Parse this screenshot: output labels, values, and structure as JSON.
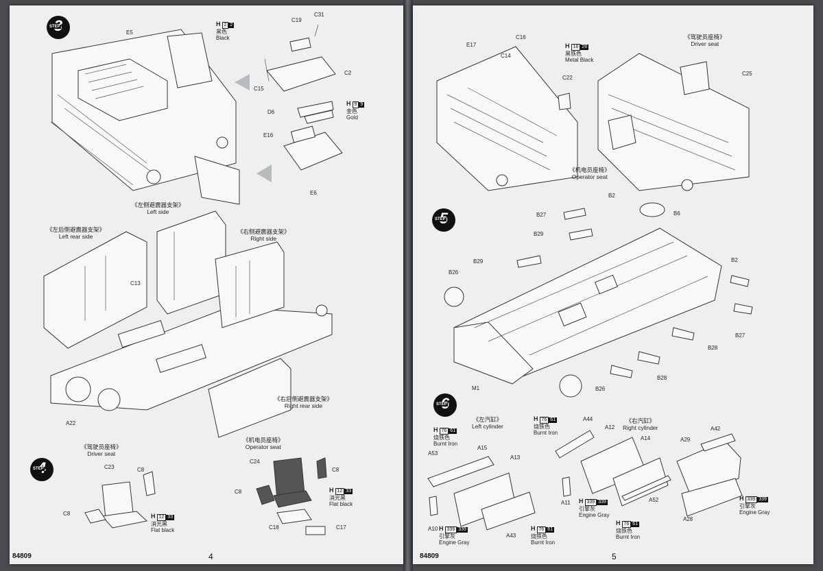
{
  "left_page": {
    "code": "84809",
    "number": "4",
    "step3": {
      "step_number": "3",
      "parts": {
        "e5": "E5",
        "c19": "C19",
        "c31": "C31",
        "c2": "C2",
        "c15": "C15",
        "d6": "D6",
        "e16": "E16",
        "e6": "E6"
      },
      "paints": [
        {
          "h": "H",
          "c1": "2",
          "c2": "2",
          "cn": "黑色",
          "en": "Black"
        },
        {
          "h": "H",
          "c1": "9",
          "c2": "9",
          "cn": "金色",
          "en": "Gold"
        }
      ]
    },
    "left_side": {
      "cn": "《左侧避震器支架》",
      "en": "Left side"
    },
    "left_rear_side": {
      "cn": "《左后侧避震器支架》",
      "en": "Left rear side"
    },
    "right_side": {
      "cn": "《右侧避震器支架》",
      "en": "Right side"
    },
    "right_rear_side": {
      "cn": "《右后侧避震器支架》",
      "en": "Right rear side"
    },
    "c13": "C13",
    "a22": "A22",
    "step4": {
      "step_number": "4",
      "driver_seat": {
        "cn": "《驾驶员座椅》",
        "en": "Driver seat"
      },
      "operator_seat": {
        "cn": "《机电员座椅》",
        "en": "Operator seat"
      },
      "parts": {
        "c23": "C23",
        "c8_a": "C8",
        "c8_b": "C8",
        "c24": "C24",
        "c8_c": "C8",
        "c8_d": "C8",
        "c18": "C18",
        "c17": "C17"
      },
      "paints": [
        {
          "h": "H",
          "c1": "12",
          "c2": "33",
          "cn": "消光黑",
          "en": "Flat black"
        },
        {
          "h": "H",
          "c1": "12",
          "c2": "33",
          "cn": "消光黑",
          "en": "Flat black"
        }
      ]
    }
  },
  "right_page": {
    "code": "84809",
    "number": "5",
    "top": {
      "parts": {
        "e17": "E17",
        "c14": "C14",
        "c16": "C16",
        "c22": "C22",
        "c25": "C25"
      },
      "paint": {
        "h": "H",
        "c1": "18",
        "c2": "28",
        "cn": "黑铁色",
        "en": "Metal Black"
      },
      "driver_seat": {
        "cn": "《驾驶员座椅》",
        "en": "Driver seat"
      },
      "operator_seat": {
        "cn": "《机电员座椅》",
        "en": "Operator seat"
      }
    },
    "step5": {
      "step_number": "5",
      "parts": {
        "b2_a": "B2",
        "b6": "B6",
        "b27_a": "B27",
        "b29_a": "B29",
        "b29_b": "B29",
        "b2_b": "B2",
        "b26_a": "B26",
        "b27_b": "B27",
        "b28_a": "B28",
        "b28_b": "B28",
        "m1": "M1",
        "b26_b": "B26"
      }
    },
    "step6": {
      "step_number": "6",
      "left_cylinder": {
        "cn": "《左汽缸》",
        "en": "Left cylinder"
      },
      "right_cylinder": {
        "cn": "《右汽缸》",
        "en": "Right cylinder"
      },
      "parts": {
        "a53": "A53",
        "a15": "A15",
        "a13": "A13",
        "a10": "A10",
        "a43": "A43",
        "a44": "A44",
        "a12": "A12",
        "a14": "A14",
        "a11": "A11",
        "a52": "A52",
        "a29": "A29",
        "a42": "A42",
        "a28": "A28"
      },
      "paints": [
        {
          "h": "H",
          "c1": "76",
          "c2": "61",
          "cn": "烧铁色",
          "en": "Burnt Iron"
        },
        {
          "h": "H",
          "c1": "339",
          "c2": "339",
          "cn": "引擎灰",
          "en": "Engine Gray"
        },
        {
          "h": "H",
          "c1": "76",
          "c2": "61",
          "cn": "烧铁色",
          "en": "Burnt Iron"
        },
        {
          "h": "H",
          "c1": "76",
          "c2": "61",
          "cn": "烧铁色",
          "en": "Burnt Iron"
        },
        {
          "h": "H",
          "c1": "339",
          "c2": "339",
          "cn": "引擎灰",
          "en": "Engine Gray"
        },
        {
          "h": "H",
          "c1": "76",
          "c2": "61",
          "cn": "烧铁色",
          "en": "Burnt Iron"
        },
        {
          "h": "H",
          "c1": "339",
          "c2": "339",
          "cn": "引擎灰",
          "en": "Engine Gray"
        }
      ]
    }
  }
}
